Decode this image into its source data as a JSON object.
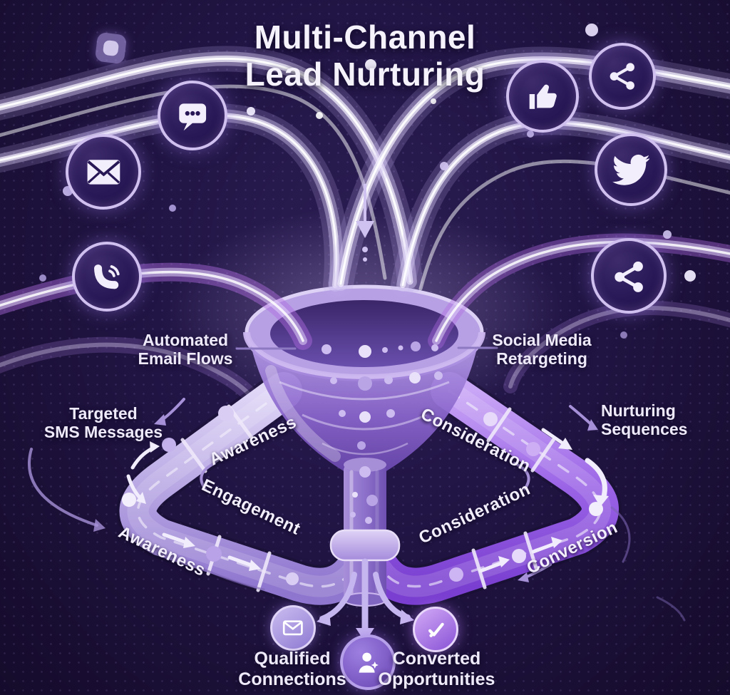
{
  "title": {
    "line1": "Multi-Channel",
    "line2": "Lead Nurturing"
  },
  "channel_labels": {
    "automated_email_flows": {
      "line1": "Automated",
      "line2": "Email Flows"
    },
    "social_media_retargeting": {
      "line1": "Social Media",
      "line2": "Retargeting"
    },
    "targeted_sms_messages": {
      "line1": "Targeted",
      "line2": "SMS Messages"
    },
    "nurturing_sequences": {
      "line1": "Nurturing",
      "line2": "Sequences"
    }
  },
  "funnel_stages": {
    "awareness_upper_left": "Awareness",
    "engagement_left": "Engagement",
    "consideration_upper_right": "Consideration",
    "consideration_lower_right": "Consideration",
    "awareness_lower_left": "Awareness",
    "conversion_lower_right": "Conversion"
  },
  "outcomes": {
    "qualified_connections": {
      "line1": "Qualified",
      "line2": "Connections"
    },
    "converted_opportunities": {
      "line1": "Converted",
      "line2": "Opportunities"
    }
  },
  "icons": {
    "channels": [
      "squircle-badge-icon",
      "chat-bubble-icon",
      "email-envelope-icon",
      "phone-call-icon",
      "thumbs-up-icon",
      "share-nodes-icon",
      "twitter-bird-icon",
      "share-network-icon"
    ],
    "outcome_icons": [
      "envelope-icon",
      "person-lead-icon",
      "check-converted-icon"
    ]
  },
  "colors": {
    "background": "#1e1438",
    "title_text": "#f5f2fc",
    "label_text": "#efeafa",
    "accent_lavender": "#cdbcf0",
    "pipe_left": "#a78fdc",
    "pipe_right": "#8d52da",
    "funnel": "#8a66cc",
    "icon_ring": "#cfc0f0",
    "icon_fill": "#2a1a50"
  }
}
